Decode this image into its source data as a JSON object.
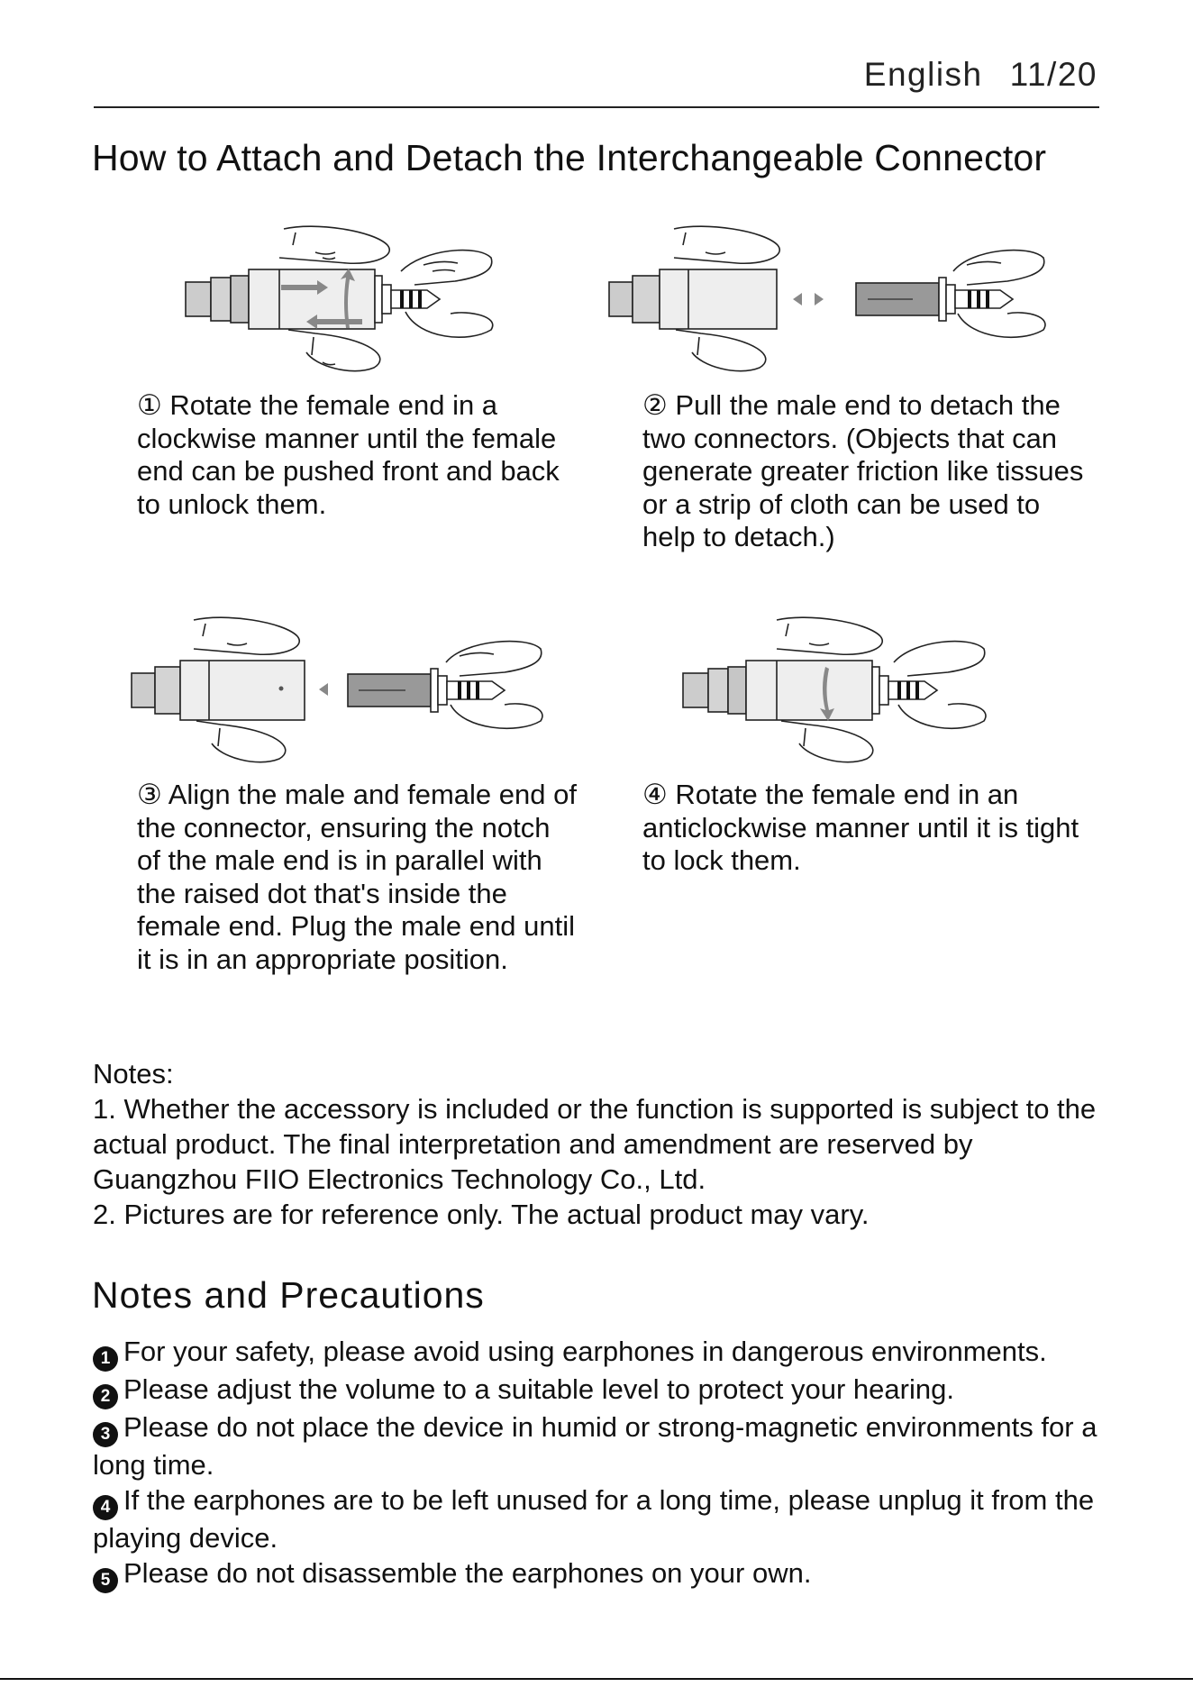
{
  "header": {
    "language": "English",
    "page": "11/20"
  },
  "section_attach": {
    "title": "How to Attach and Detach the Interchangeable Connector",
    "steps": [
      {
        "marker": "①",
        "text": "Rotate the female end in a clockwise manner until the female end can be pushed front and back to unlock them."
      },
      {
        "marker": "②",
        "text": "Pull the male end to detach the two connectors. (Objects that can generate greater friction like tissues or a strip of cloth can be used to help to detach.)"
      },
      {
        "marker": "③",
        "text": "Align the male and female end of the connector, ensuring the notch of the male end is in parallel with the raised dot that's inside the female end. Plug the male end until it is in an appropriate position."
      },
      {
        "marker": "④",
        "text": "Rotate the female end in an anticlockwise manner until it is tight to lock them."
      }
    ]
  },
  "notes": {
    "heading": "Notes:",
    "items": [
      "1. Whether the accessory is included or the function is supported is subject to the actual product. The final interpretation and amendment are reserved by Guangzhou FIIO Electronics Technology Co., Ltd.",
      "2. Pictures are for reference only. The actual product may vary."
    ]
  },
  "precautions": {
    "title": "Notes and Precautions",
    "items": [
      {
        "num": "1",
        "text": "For your safety, please avoid using earphones in dangerous environments."
      },
      {
        "num": "2",
        "text": "Please adjust the volume to a suitable level to protect your hearing."
      },
      {
        "num": "3",
        "text": "Please do not place the device in humid or strong-magnetic environments for a long time."
      },
      {
        "num": "4",
        "text": "If the earphones are to be left unused for a long time, please unplug it from the playing device."
      },
      {
        "num": "5",
        "text": "Please do not disassemble the earphones on your own."
      }
    ]
  }
}
